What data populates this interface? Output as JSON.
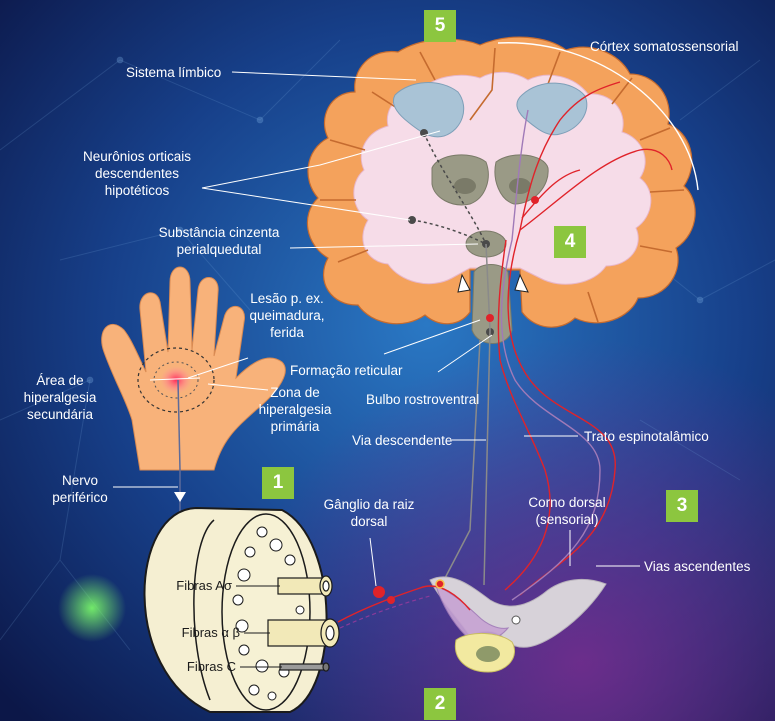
{
  "badges": {
    "b1": "1",
    "b2": "2",
    "b3": "3",
    "b4": "4",
    "b5": "5"
  },
  "labels": {
    "cortex": "Córtex somatossensorial",
    "limbic": "Sistema límbico",
    "neurons": "Neurônios orticais\ndescendentes\nhipotéticos",
    "pag": "Substância cinzenta\nperialquedutal",
    "lesion": "Lesão p. ex.\nqueimadura,\nferida",
    "area": "Área de\nhiperalgesia\nsecundária",
    "zone": "Zona de\nhiperalgesia\nprimária",
    "reticular": "Formação reticular",
    "bulb": "Bulbo rostroventral",
    "descending": "Via descendente",
    "spinothalamic": "Trato espinotalâmico",
    "nerve": "Nervo\nperiférico",
    "ganglion": "Gânglio da raiz\ndorsal",
    "horn": "Corno dorsal\n(sensorial)",
    "ascending": "Vias ascendentes",
    "fiber_ad": "Fibras Aσ",
    "fiber_ab": "Fibras α β",
    "fiber_c": "Fibras C"
  },
  "colors": {
    "background_center": "#1d5fa8",
    "background_edge": "#0d1a4a",
    "accent_green": "#8cc63f",
    "brain_outer": "#f4a25c",
    "brain_inner": "#f5dde8",
    "limbic": "#a9c3d6",
    "nuclei": "#9a9a86",
    "pathway_red": "#e0232a",
    "skin": "#f8b27a"
  }
}
